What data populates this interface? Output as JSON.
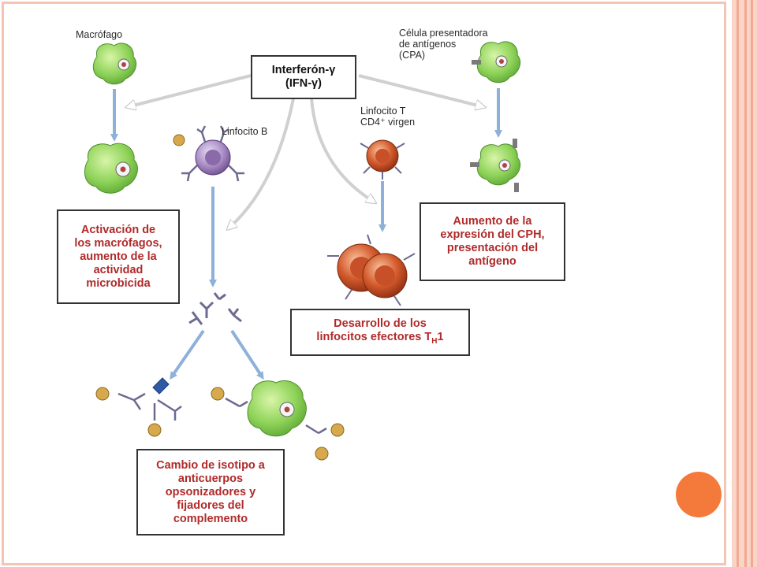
{
  "labels": {
    "macrophage": "Macrófago",
    "apc": "Célula presentadora\nde antígenos\n(CPA)",
    "b_cell": "Linfocito B",
    "t_cell": "Linfocito T\nCD4⁺ virgen"
  },
  "center_box": {
    "line1": "Interferón-γ",
    "line2": "(IFN-γ)"
  },
  "effects": {
    "macrophage_activation": "Activación de\nlos macrófagos,\naumento de la\nactividad\nmicrobicida",
    "mhc_expression": "Aumento de la\nexpresión del CPH,\npresentación del\nantígeno",
    "th1_prefix": "Desarrollo de los\nlinfocitos efectores T",
    "th1_sub": "H",
    "th1_suffix": "1",
    "isotype_switch": "Cambio de isotipo a\nanticuerpos\nopsonizadores y\nfijadores del\ncomplemento"
  },
  "colors": {
    "slide_border": "#f4c4b4",
    "accent_circle": "#f47a3c",
    "effect_text": "#b02a2a",
    "cell_green": "#8fd35a",
    "b_cell_purple": "#a78ac2",
    "t_cell_orange": "#d45a2c",
    "antibody": "#6d6a90",
    "antigen": "#d7a94c",
    "blue_arrow": "#8fb0d8",
    "gray_arrow": "#cfcfcf"
  }
}
